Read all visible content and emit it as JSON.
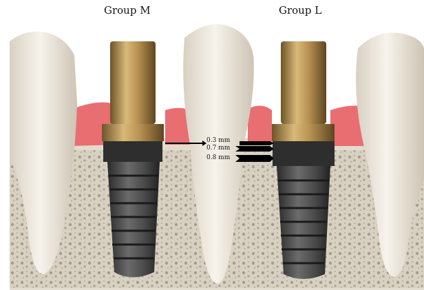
{
  "groups": {
    "left": "Group M",
    "right": "Group L"
  },
  "measurements": [
    "0.3 mm",
    "0.7 mm",
    "0.8 mm"
  ],
  "colors": {
    "gingiva": "#e76b6f",
    "abutment_gold": "#b08a4a",
    "implant_gray": "#3c3c3c",
    "bone": "#d9d2c3",
    "tooth": "#eee7db"
  }
}
